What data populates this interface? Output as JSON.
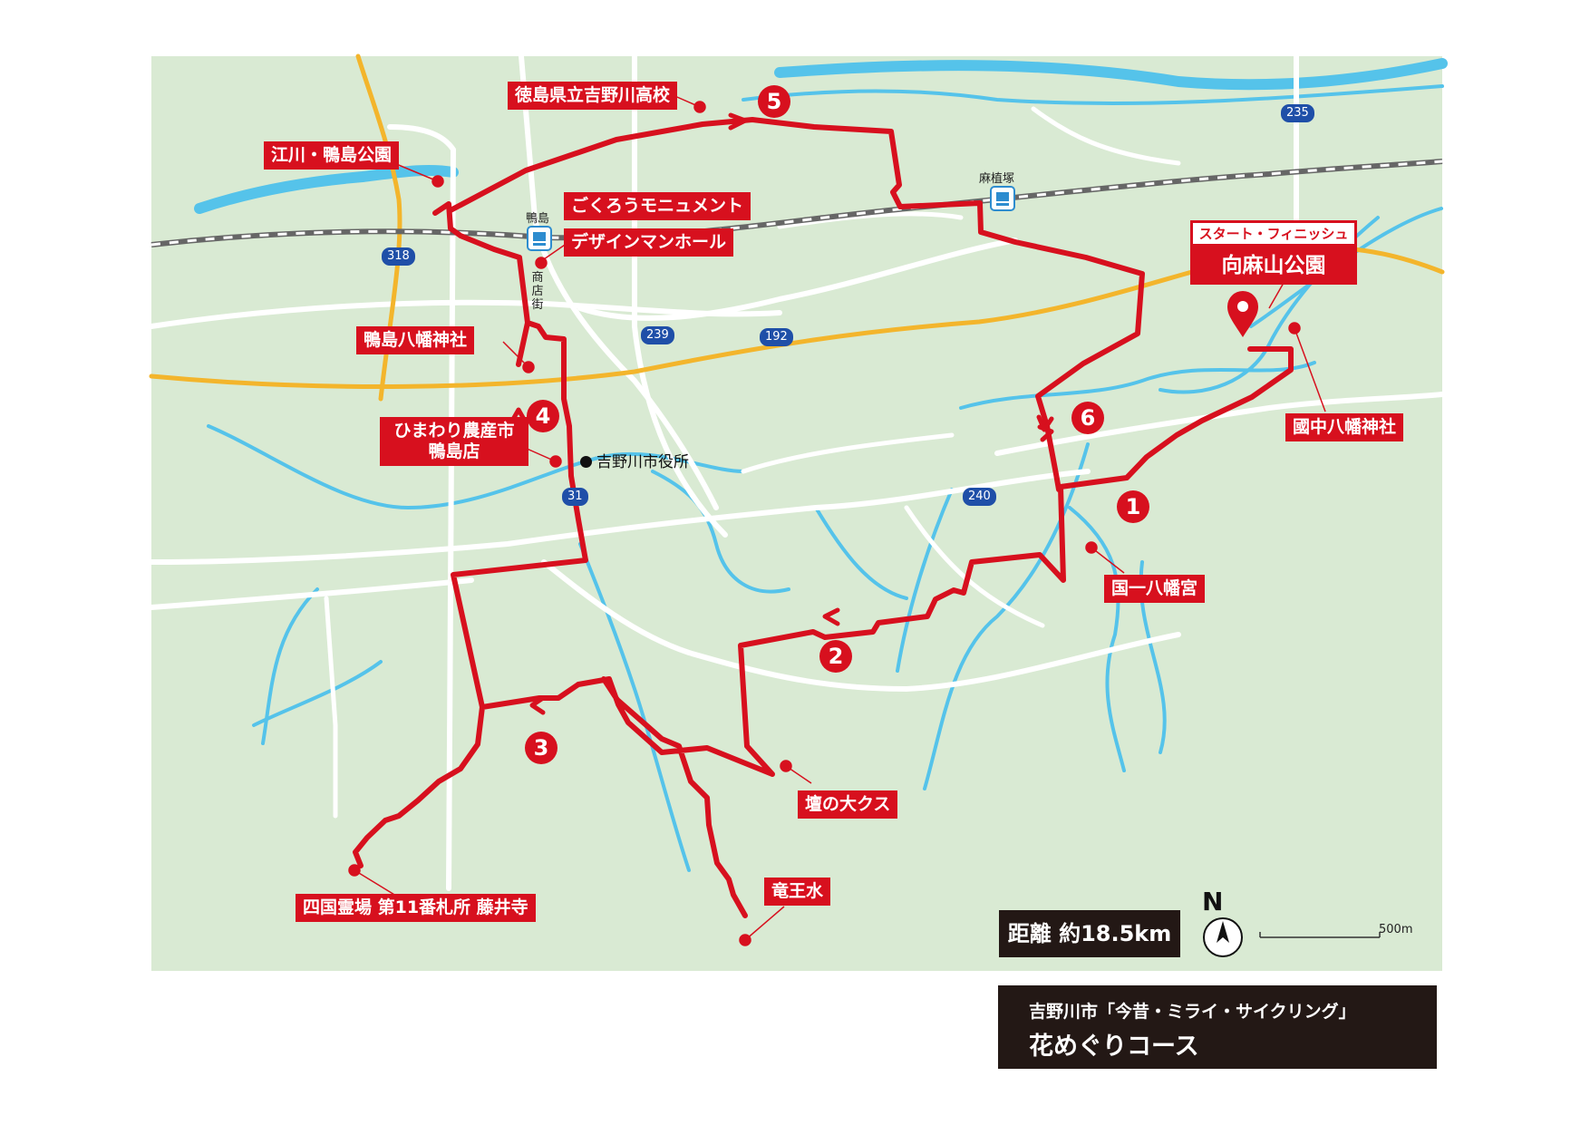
{
  "title": {
    "subtitle": "吉野川市「今昔・ミライ・サイクリング」",
    "course": "花めぐりコース"
  },
  "distance": "距離 約18.5km",
  "north": "N",
  "scale": "500m",
  "start": {
    "small": "スタート・フィニッシュ",
    "name": "向麻山公園"
  },
  "places": {
    "tokushima_hs": "徳島県立吉野川高校",
    "egawa_park": "江川・鴨島公園",
    "gokurou": "ごくろうモニュメント",
    "manhole": "デザインマンホール",
    "kamojima_hachiman": "鴨島八幡神社",
    "himawari": "ひまわり農産市\n鴨島店",
    "kokuchu": "國中八幡神社",
    "kokuichi": "国一八幡宮",
    "dan_kusu": "壇の大クス",
    "ryuousui": "竜王水",
    "fujiidera": "四国霊場 第11番札所 藤井寺"
  },
  "city_hall": "吉野川市役所",
  "stations": {
    "kamojima": "鴨島",
    "ouezuka": "麻植塚"
  },
  "shotengai": "商店街",
  "routes": [
    "318",
    "239",
    "192",
    "31",
    "240",
    "235"
  ],
  "checkpoints": [
    "1",
    "2",
    "3",
    "4",
    "5",
    "6"
  ],
  "colors": {
    "land": "#d9ead3",
    "water": "#55c3ea",
    "route": "#d7101e",
    "expressway": "#f3b52c",
    "road": "#ffffff",
    "shield": "#1f4fa8"
  }
}
